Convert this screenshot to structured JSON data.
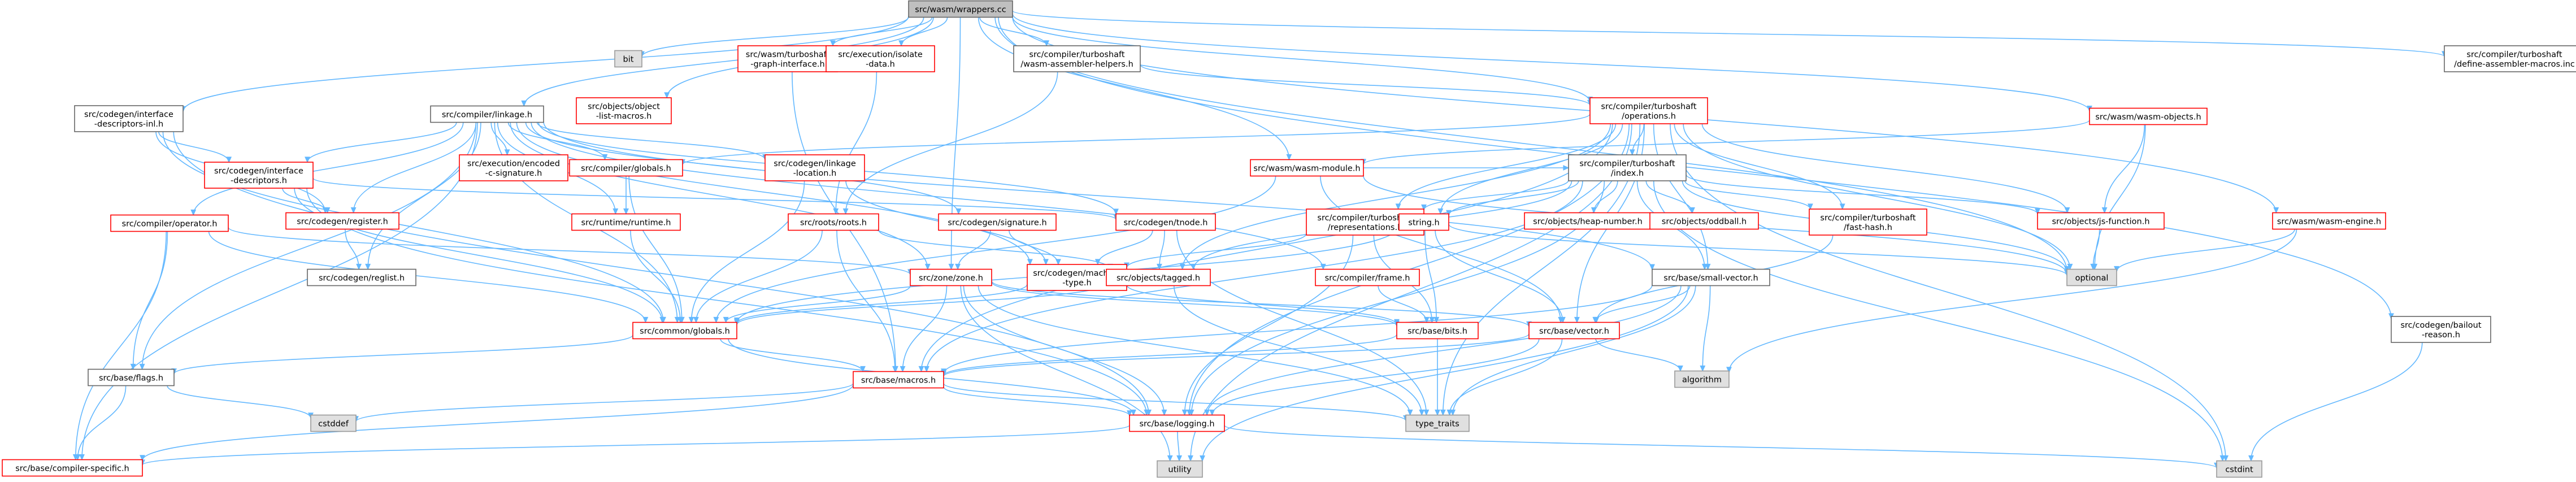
{
  "colors": {
    "edge": "#63b8ff",
    "edge_arrow": "#63b8ff",
    "root_fill": "#bfbfbf",
    "root_stroke": "#666666",
    "red_stroke": "#ff0000",
    "gray_stroke": "#999999",
    "gray_fill": "#e0e0e0",
    "node_fill": "#ffffff",
    "text": "#000000"
  },
  "graph": {
    "root": "n_root",
    "nodes": [
      {
        "id": "n_root",
        "label": [
          "src/wasm/wrappers.cc"
        ],
        "style": "root"
      },
      {
        "id": "n_bit",
        "label": [
          "bit"
        ],
        "style": "gray"
      },
      {
        "id": "n_lintr",
        "label": [
          "src/codegen/interface",
          "-descriptors-inl.h"
        ],
        "style": "white"
      },
      {
        "id": "n_linkage",
        "label": [
          "src/compiler/linkage.h"
        ],
        "style": "white"
      },
      {
        "id": "n_objlist",
        "label": [
          "src/objects/object",
          "-list-macros.h"
        ],
        "style": "red"
      },
      {
        "id": "n_tsgraph",
        "label": [
          "src/wasm/turboshaft",
          "-graph-interface.h"
        ],
        "style": "red"
      },
      {
        "id": "n_isodata",
        "label": [
          "src/execution/isolate",
          "-data.h"
        ],
        "style": "red"
      },
      {
        "id": "n_wasmasm",
        "label": [
          "src/compiler/turboshaft",
          "/wasm-assembler-helpers.h"
        ],
        "style": "white"
      },
      {
        "id": "n_tsops",
        "label": [
          "src/compiler/turboshaft",
          "/operations.h"
        ],
        "style": "red"
      },
      {
        "id": "n_wasmobj",
        "label": [
          "src/wasm/wasm-objects.h"
        ],
        "style": "red"
      },
      {
        "id": "n_defasm",
        "label": [
          "src/compiler/turboshaft",
          "/define-assembler-macros.inc"
        ],
        "style": "white"
      },
      {
        "id": "n_intrdesc",
        "label": [
          "src/codegen/interface",
          "-descriptors.h"
        ],
        "style": "red"
      },
      {
        "id": "n_execenc",
        "label": [
          "src/execution/encoded",
          "-c-signature.h"
        ],
        "style": "red"
      },
      {
        "id": "n_compglob",
        "label": [
          "src/compiler/globals.h"
        ],
        "style": "red"
      },
      {
        "id": "n_linkloc",
        "label": [
          "src/codegen/linkage",
          "-location.h"
        ],
        "style": "red"
      },
      {
        "id": "n_wasmmod",
        "label": [
          "src/wasm/wasm-module.h"
        ],
        "style": "red"
      },
      {
        "id": "n_tsindex",
        "label": [
          "src/compiler/turboshaft",
          "/index.h"
        ],
        "style": "white"
      },
      {
        "id": "n_opertor",
        "label": [
          "src/compiler/operator.h"
        ],
        "style": "red"
      },
      {
        "id": "n_register",
        "label": [
          "src/codegen/register.h"
        ],
        "style": "red"
      },
      {
        "id": "n_runtime",
        "label": [
          "src/runtime/runtime.h"
        ],
        "style": "red"
      },
      {
        "id": "n_roots",
        "label": [
          "src/roots/roots.h"
        ],
        "style": "red"
      },
      {
        "id": "n_cgsig",
        "label": [
          "src/codegen/signature.h"
        ],
        "style": "red"
      },
      {
        "id": "n_tnode",
        "label": [
          "src/codegen/tnode.h"
        ],
        "style": "red"
      },
      {
        "id": "n_tsrepr",
        "label": [
          "src/compiler/turboshaft",
          "/representations.h"
        ],
        "style": "red"
      },
      {
        "id": "n_string",
        "label": [
          "string.h"
        ],
        "style": "red"
      },
      {
        "id": "n_heapnum",
        "label": [
          "src/objects/heap-number.h"
        ],
        "style": "red"
      },
      {
        "id": "n_oddball",
        "label": [
          "src/objects/oddball.h"
        ],
        "style": "red"
      },
      {
        "id": "n_fasthash",
        "label": [
          "src/compiler/turboshaft",
          "/fast-hash.h"
        ],
        "style": "red"
      },
      {
        "id": "n_jsfunc",
        "label": [
          "src/objects/js-function.h"
        ],
        "style": "red"
      },
      {
        "id": "n_wasmeng",
        "label": [
          "src/wasm/wasm-engine.h"
        ],
        "style": "red"
      },
      {
        "id": "n_reglist",
        "label": [
          "src/codegen/reglist.h"
        ],
        "style": "white"
      },
      {
        "id": "n_zone",
        "label": [
          "src/zone/zone.h"
        ],
        "style": "red"
      },
      {
        "id": "n_machtype",
        "label": [
          "src/codegen/machine",
          "-type.h"
        ],
        "style": "red"
      },
      {
        "id": "n_tagged",
        "label": [
          "src/objects/tagged.h"
        ],
        "style": "red"
      },
      {
        "id": "n_frame",
        "label": [
          "src/compiler/frame.h"
        ],
        "style": "red"
      },
      {
        "id": "n_smallvec",
        "label": [
          "src/base/small-vector.h"
        ],
        "style": "white"
      },
      {
        "id": "n_optional",
        "label": [
          "optional"
        ],
        "style": "gray"
      },
      {
        "id": "n_cmnglob",
        "label": [
          "src/common/globals.h"
        ],
        "style": "red"
      },
      {
        "id": "n_bits",
        "label": [
          "src/base/bits.h"
        ],
        "style": "red"
      },
      {
        "id": "n_vector",
        "label": [
          "src/base/vector.h"
        ],
        "style": "red"
      },
      {
        "id": "n_flags",
        "label": [
          "src/base/flags.h"
        ],
        "style": "white"
      },
      {
        "id": "n_macros",
        "label": [
          "src/base/macros.h"
        ],
        "style": "red"
      },
      {
        "id": "n_algorithm",
        "label": [
          "algorithm"
        ],
        "style": "gray"
      },
      {
        "id": "n_bailout",
        "label": [
          "src/codegen/bailout",
          "-reason.h"
        ],
        "style": "white"
      },
      {
        "id": "n_cstddef",
        "label": [
          "cstddef"
        ],
        "style": "gray"
      },
      {
        "id": "n_typetraits",
        "label": [
          "type_traits"
        ],
        "style": "gray"
      },
      {
        "id": "n_logging",
        "label": [
          "src/base/logging.h"
        ],
        "style": "red"
      },
      {
        "id": "n_compspec",
        "label": [
          "src/base/compiler-specific.h"
        ],
        "style": "red"
      },
      {
        "id": "n_utility",
        "label": [
          "utility"
        ],
        "style": "gray"
      },
      {
        "id": "n_cstdint",
        "label": [
          "cstdint"
        ],
        "style": "gray"
      }
    ],
    "edges": [
      [
        "n_root",
        "n_bit"
      ],
      [
        "n_root",
        "n_lintr"
      ],
      [
        "n_root",
        "n_linkage"
      ],
      [
        "n_root",
        "n_objlist"
      ],
      [
        "n_root",
        "n_tsgraph"
      ],
      [
        "n_root",
        "n_isodata"
      ],
      [
        "n_root",
        "n_wasmasm"
      ],
      [
        "n_root",
        "n_tsops"
      ],
      [
        "n_root",
        "n_wasmobj"
      ],
      [
        "n_root",
        "n_defasm"
      ],
      [
        "n_root",
        "n_wasmmod"
      ],
      [
        "n_root",
        "n_wasmeng"
      ],
      [
        "n_root",
        "n_zone"
      ],
      [
        "n_root",
        "n_bailout"
      ],
      [
        "n_root",
        "n_optional"
      ],
      [
        "n_lintr",
        "n_intrdesc"
      ],
      [
        "n_lintr",
        "n_register"
      ],
      [
        "n_lintr",
        "n_logging"
      ],
      [
        "n_lintr",
        "n_cmnglob"
      ],
      [
        "n_linkage",
        "n_intrdesc"
      ],
      [
        "n_linkage",
        "n_execenc"
      ],
      [
        "n_linkage",
        "n_compglob"
      ],
      [
        "n_linkage",
        "n_linkloc"
      ],
      [
        "n_linkage",
        "n_opertor"
      ],
      [
        "n_linkage",
        "n_register"
      ],
      [
        "n_linkage",
        "n_runtime"
      ],
      [
        "n_linkage",
        "n_cgsig"
      ],
      [
        "n_linkage",
        "n_reglist"
      ],
      [
        "n_linkage",
        "n_zone"
      ],
      [
        "n_linkage",
        "n_machtype"
      ],
      [
        "n_linkage",
        "n_frame"
      ],
      [
        "n_linkage",
        "n_flags"
      ],
      [
        "n_linkage",
        "n_compspec"
      ],
      [
        "n_linkage",
        "n_cmnglob"
      ],
      [
        "n_linkage",
        "n_tnode"
      ],
      [
        "n_linkage",
        "n_smallvec"
      ],
      [
        "n_tsgraph",
        "n_macros"
      ],
      [
        "n_isodata",
        "n_roots"
      ],
      [
        "n_wasmasm",
        "n_tsops"
      ],
      [
        "n_wasmasm",
        "n_roots"
      ],
      [
        "n_tsops",
        "n_tsindex"
      ],
      [
        "n_tsops",
        "n_tsrepr"
      ],
      [
        "n_tsops",
        "n_fasthash"
      ],
      [
        "n_tsops",
        "n_compglob"
      ],
      [
        "n_tsops",
        "n_macros"
      ],
      [
        "n_tsops",
        "n_logging"
      ],
      [
        "n_tsops",
        "n_smallvec"
      ],
      [
        "n_tsops",
        "n_optional"
      ],
      [
        "n_tsops",
        "n_typetraits"
      ],
      [
        "n_tsops",
        "n_utility"
      ],
      [
        "n_tsops",
        "n_cstdint"
      ],
      [
        "n_tsops",
        "n_string"
      ],
      [
        "n_tsops",
        "n_vector"
      ],
      [
        "n_tsops",
        "n_tagged"
      ],
      [
        "n_tsops",
        "n_jsfunc"
      ],
      [
        "n_wasmobj",
        "n_wasmmod"
      ],
      [
        "n_wasmobj",
        "n_jsfunc"
      ],
      [
        "n_wasmobj",
        "n_optional"
      ],
      [
        "n_wasmmod",
        "n_tsindex"
      ],
      [
        "n_wasmmod",
        "n_vector"
      ],
      [
        "n_wasmmod",
        "n_cmnglob"
      ],
      [
        "n_wasmmod",
        "n_optional"
      ],
      [
        "n_intrdesc",
        "n_register"
      ],
      [
        "n_intrdesc",
        "n_tnode"
      ],
      [
        "n_intrdesc",
        "n_cmnglob"
      ],
      [
        "n_intrdesc",
        "n_logging"
      ],
      [
        "n_compglob",
        "n_runtime"
      ],
      [
        "n_compglob",
        "n_cmnglob"
      ],
      [
        "n_linkloc",
        "n_machtype"
      ],
      [
        "n_linkloc",
        "n_cmnglob"
      ],
      [
        "n_tsindex",
        "n_string"
      ],
      [
        "n_tsindex",
        "n_heapnum"
      ],
      [
        "n_tsindex",
        "n_oddball"
      ],
      [
        "n_tsindex",
        "n_fasthash"
      ],
      [
        "n_tsindex",
        "n_tsrepr"
      ],
      [
        "n_tsindex",
        "n_smallvec"
      ],
      [
        "n_tsindex",
        "n_optional"
      ],
      [
        "n_tsindex",
        "n_cstdint"
      ],
      [
        "n_tsindex",
        "n_macros"
      ],
      [
        "n_tsindex",
        "n_logging"
      ],
      [
        "n_tsindex",
        "n_tagged"
      ],
      [
        "n_tsindex",
        "n_jsfunc"
      ],
      [
        "n_opertor",
        "n_flags"
      ],
      [
        "n_opertor",
        "n_zone"
      ],
      [
        "n_opertor",
        "n_cmnglob"
      ],
      [
        "n_opertor",
        "n_compspec"
      ],
      [
        "n_register",
        "n_reglist"
      ],
      [
        "n_runtime",
        "n_cmnglob"
      ],
      [
        "n_roots",
        "n_cmnglob"
      ],
      [
        "n_roots",
        "n_macros"
      ],
      [
        "n_roots",
        "n_tagged"
      ],
      [
        "n_cgsig",
        "n_zone"
      ],
      [
        "n_cgsig",
        "n_machtype"
      ],
      [
        "n_tnode",
        "n_machtype"
      ],
      [
        "n_tnode",
        "n_tagged"
      ],
      [
        "n_tnode",
        "n_typetraits"
      ],
      [
        "n_tsrepr",
        "n_bits"
      ],
      [
        "n_tsrepr",
        "n_logging"
      ],
      [
        "n_tsrepr",
        "n_machtype"
      ],
      [
        "n_string",
        "n_bits"
      ],
      [
        "n_string",
        "n_cmnglob"
      ],
      [
        "n_string",
        "n_vector"
      ],
      [
        "n_string",
        "n_optional"
      ],
      [
        "n_fasthash",
        "n_vector"
      ],
      [
        "n_jsfunc",
        "n_optional"
      ],
      [
        "n_wasmeng",
        "n_optional"
      ],
      [
        "n_wasmeng",
        "n_algorithm"
      ],
      [
        "n_zone",
        "n_cmnglob"
      ],
      [
        "n_zone",
        "n_vector"
      ],
      [
        "n_zone",
        "n_macros"
      ],
      [
        "n_zone",
        "n_logging"
      ],
      [
        "n_zone",
        "n_typetraits"
      ],
      [
        "n_zone",
        "n_utility"
      ],
      [
        "n_zone",
        "n_bits"
      ],
      [
        "n_machtype",
        "n_cmnglob"
      ],
      [
        "n_machtype",
        "n_bits"
      ],
      [
        "n_tagged",
        "n_cmnglob"
      ],
      [
        "n_tagged",
        "n_typetraits"
      ],
      [
        "n_frame",
        "n_bits"
      ],
      [
        "n_smallvec",
        "n_vector"
      ],
      [
        "n_smallvec",
        "n_algorithm"
      ],
      [
        "n_smallvec",
        "n_macros"
      ],
      [
        "n_smallvec",
        "n_typetraits"
      ],
      [
        "n_smallvec",
        "n_utility"
      ],
      [
        "n_smallvec",
        "n_logging"
      ],
      [
        "n_cmnglob",
        "n_flags"
      ],
      [
        "n_cmnglob",
        "n_macros"
      ],
      [
        "n_cmnglob",
        "n_logging"
      ],
      [
        "n_bits",
        "n_macros"
      ],
      [
        "n_bits",
        "n_typetraits"
      ],
      [
        "n_vector",
        "n_macros"
      ],
      [
        "n_vector",
        "n_logging"
      ],
      [
        "n_vector",
        "n_algorithm"
      ],
      [
        "n_vector",
        "n_typetraits"
      ],
      [
        "n_flags",
        "n_cstddef"
      ],
      [
        "n_flags",
        "n_compspec"
      ],
      [
        "n_macros",
        "n_logging"
      ],
      [
        "n_macros",
        "n_typetraits"
      ],
      [
        "n_macros",
        "n_compspec"
      ],
      [
        "n_macros",
        "n_cstddef"
      ],
      [
        "n_logging",
        "n_compspec"
      ],
      [
        "n_logging",
        "n_utility"
      ],
      [
        "n_logging",
        "n_cstdint"
      ],
      [
        "n_bailout",
        "n_cstdint"
      ]
    ]
  }
}
